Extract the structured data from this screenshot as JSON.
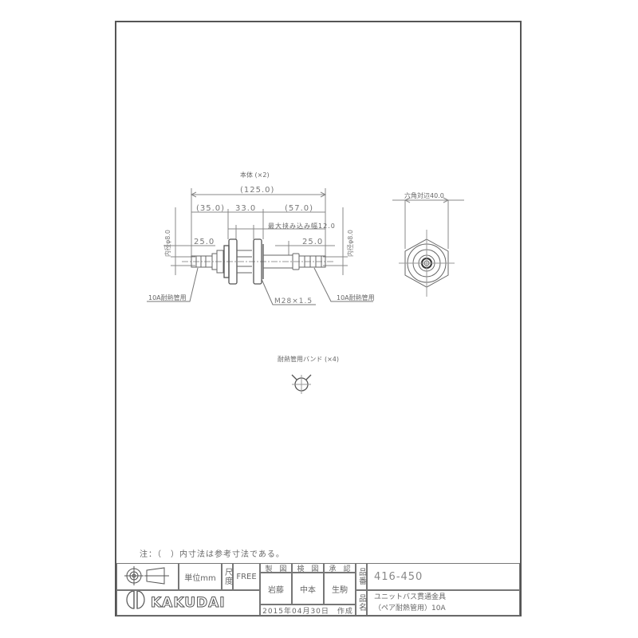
{
  "drawing": {
    "body_label": "本体 (×2)",
    "overall_length": "(125.0)",
    "segment_left": "(35.0)",
    "segment_mid": "33.0",
    "segment_right": "(57.0)",
    "max_clamp_width": "最大挟み込み幅12.0",
    "nipple_left_length": "25.0",
    "nipple_right_length": "25.0",
    "inner_dia_left": "内径φ8.0",
    "inner_dia_right": "内径φ8.0",
    "pipe_left_label": "10A耐熱管用",
    "pipe_right_label": "10A耐熱管用",
    "thread_label": "M28×1.5",
    "hex_label": "六角対辺40.0",
    "band_label": "耐熱管用バンド (×4)"
  },
  "note": "注：（　）内寸法は参考寸法である。",
  "title_block": {
    "unit": "単位mm",
    "scale_label": "尺度",
    "scale_value": "FREE",
    "drawn_header": "製　図",
    "checked_header": "検　図",
    "approved_header": "承　認",
    "drawn_by": "岩藤",
    "checked_by": "中本",
    "approved_by": "生駒",
    "date_created": "2015年04月30日　作成",
    "part_no_label": "品番",
    "part_no": "416-450",
    "part_name_label": "品名",
    "part_name_line1": "ユニットバス貫通金具",
    "part_name_line2": "（ペア耐熱管用）10A",
    "brand": "KAKUDAI"
  }
}
